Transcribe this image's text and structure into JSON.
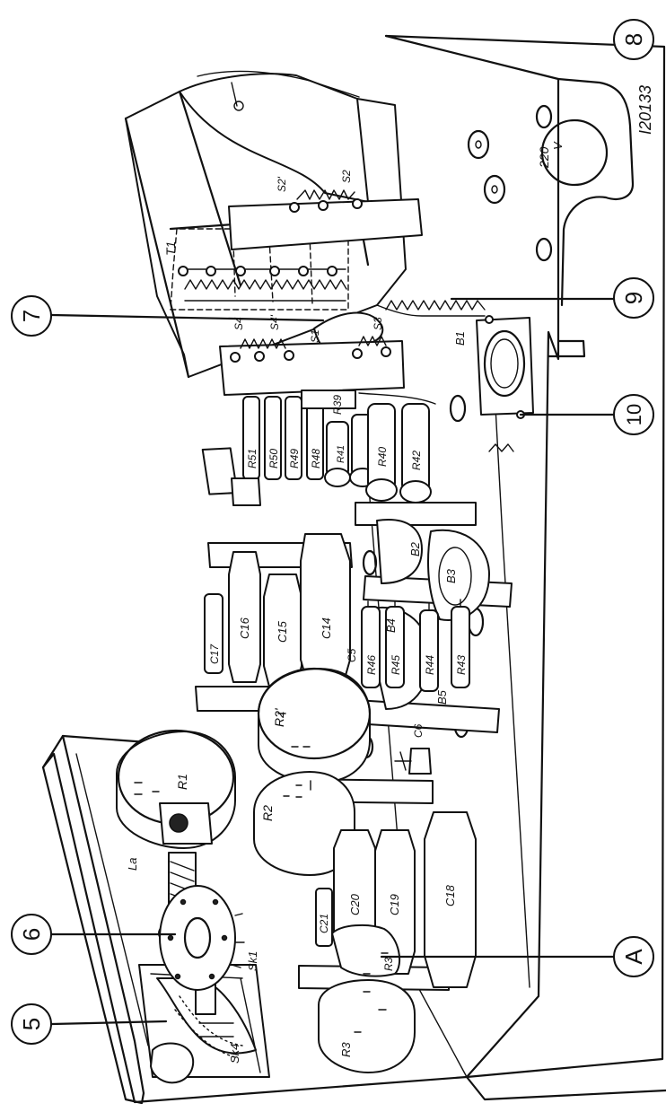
{
  "drawing": {
    "drawing_number": "I20133",
    "callouts": [
      "5",
      "6",
      "A",
      "7",
      "8",
      "9",
      "10"
    ],
    "voltage": {
      "value": "220",
      "unit": "V"
    }
  },
  "labels": {
    "transformer": "T1",
    "switches": [
      "S2'",
      "S2",
      "S4",
      "S4'",
      "S1",
      "S3",
      "Sk1",
      "Sk4"
    ],
    "bulb": "La",
    "resistors": [
      "R51",
      "R50",
      "R49",
      "R48",
      "R39",
      "R41",
      "R40",
      "R42",
      "R46",
      "R45",
      "R44",
      "R43"
    ],
    "pots": [
      "R1",
      "R2'",
      "R2",
      "R3",
      "R3"
    ],
    "capacitors": [
      "C17",
      "C16",
      "C15",
      "C14",
      "C5",
      "C6",
      "C21",
      "C20",
      "C19",
      "C18"
    ],
    "coils": [
      "B1",
      "B2",
      "B3",
      "B4",
      "B5"
    ]
  }
}
